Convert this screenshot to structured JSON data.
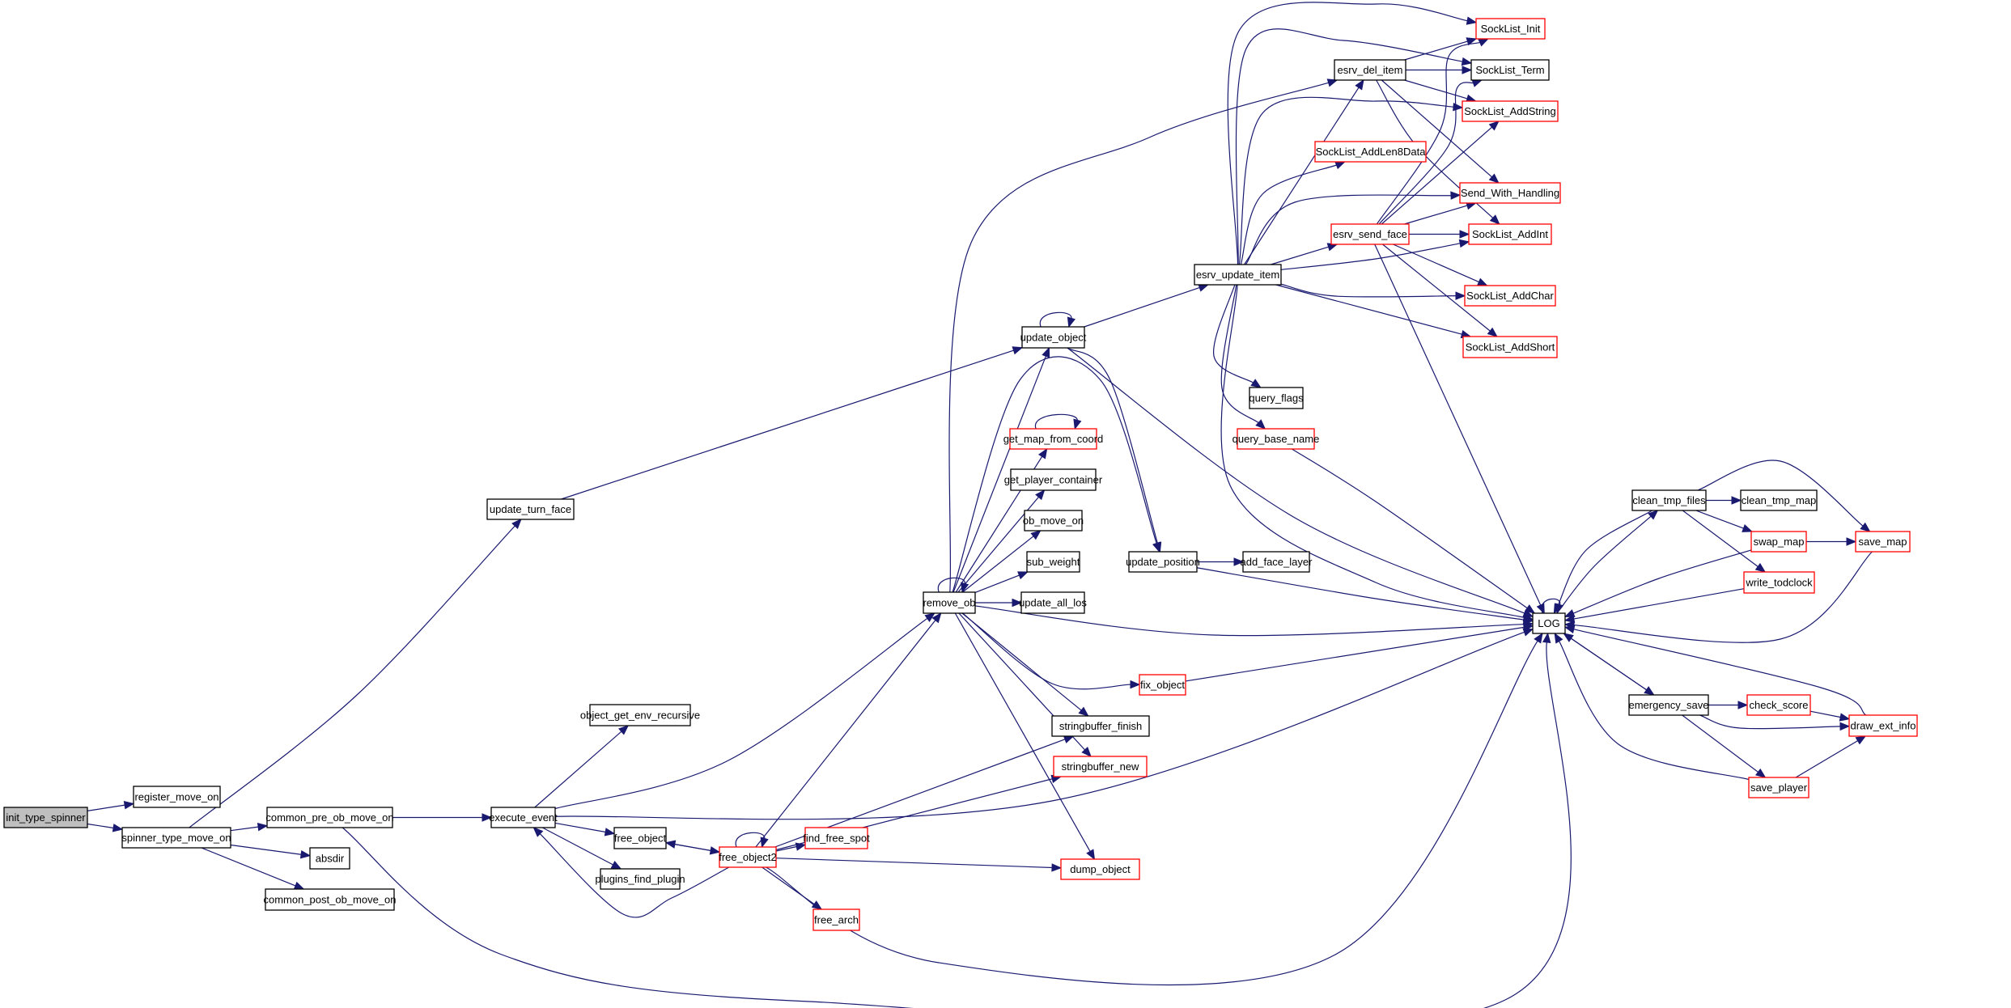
{
  "diagram": {
    "type": "call-graph",
    "colors": {
      "edge": "#191970",
      "root_fill": "#bfbfbf",
      "normal_border": "#000000",
      "truncated_border": "#ff0000",
      "node_fill": "#ffffff"
    },
    "nodes": [
      {
        "id": "init_type_spinner",
        "label": "init_type_spinner",
        "style": "root"
      },
      {
        "id": "register_move_on",
        "label": "register_move_on",
        "style": "normal"
      },
      {
        "id": "spinner_type_move_on",
        "label": "spinner_type_move_on",
        "style": "normal"
      },
      {
        "id": "common_pre_ob_move_on",
        "label": "common_pre_ob_move_on",
        "style": "normal"
      },
      {
        "id": "absdir",
        "label": "absdir",
        "style": "normal"
      },
      {
        "id": "common_post_ob_move_on",
        "label": "common_post_ob_move_on",
        "style": "normal"
      },
      {
        "id": "update_turn_face",
        "label": "update_turn_face",
        "style": "normal"
      },
      {
        "id": "execute_event",
        "label": "execute_event",
        "style": "normal"
      },
      {
        "id": "object_get_env_recursive",
        "label": "object_get_env_recursive",
        "style": "normal"
      },
      {
        "id": "free_object",
        "label": "free_object",
        "style": "normal"
      },
      {
        "id": "plugins_find_plugin",
        "label": "plugins_find_plugin",
        "style": "normal"
      },
      {
        "id": "free_object2",
        "label": "free_object2",
        "style": "truncated"
      },
      {
        "id": "find_free_spot",
        "label": "find_free_spot",
        "style": "truncated"
      },
      {
        "id": "free_arch",
        "label": "free_arch",
        "style": "truncated"
      },
      {
        "id": "remove_ob",
        "label": "remove_ob",
        "style": "normal"
      },
      {
        "id": "update_object",
        "label": "update_object",
        "style": "normal"
      },
      {
        "id": "get_map_from_coord",
        "label": "get_map_from_coord",
        "style": "truncated"
      },
      {
        "id": "get_player_container",
        "label": "get_player_container",
        "style": "normal"
      },
      {
        "id": "ob_move_on",
        "label": "ob_move_on",
        "style": "normal"
      },
      {
        "id": "sub_weight",
        "label": "sub_weight",
        "style": "normal"
      },
      {
        "id": "update_all_los",
        "label": "update_all_los",
        "style": "normal"
      },
      {
        "id": "fix_object",
        "label": "fix_object",
        "style": "truncated"
      },
      {
        "id": "stringbuffer_finish",
        "label": "stringbuffer_finish",
        "style": "normal"
      },
      {
        "id": "stringbuffer_new",
        "label": "stringbuffer_new",
        "style": "truncated"
      },
      {
        "id": "dump_object",
        "label": "dump_object",
        "style": "truncated"
      },
      {
        "id": "update_position",
        "label": "update_position",
        "style": "normal"
      },
      {
        "id": "add_face_layer",
        "label": "add_face_layer",
        "style": "normal"
      },
      {
        "id": "esrv_update_item",
        "label": "esrv_update_item",
        "style": "normal"
      },
      {
        "id": "esrv_del_item",
        "label": "esrv_del_item",
        "style": "normal"
      },
      {
        "id": "esrv_send_face",
        "label": "esrv_send_face",
        "style": "truncated"
      },
      {
        "id": "SockList_AddLen8Data",
        "label": "SockList_AddLen8Data",
        "style": "truncated"
      },
      {
        "id": "query_flags",
        "label": "query_flags",
        "style": "normal"
      },
      {
        "id": "query_base_name",
        "label": "query_base_name",
        "style": "truncated"
      },
      {
        "id": "SockList_Init",
        "label": "SockList_Init",
        "style": "truncated"
      },
      {
        "id": "SockList_Term",
        "label": "SockList_Term",
        "style": "normal"
      },
      {
        "id": "SockList_AddString",
        "label": "SockList_AddString",
        "style": "truncated"
      },
      {
        "id": "Send_With_Handling",
        "label": "Send_With_Handling",
        "style": "truncated"
      },
      {
        "id": "SockList_AddInt",
        "label": "SockList_AddInt",
        "style": "truncated"
      },
      {
        "id": "SockList_AddChar",
        "label": "SockList_AddChar",
        "style": "truncated"
      },
      {
        "id": "SockList_AddShort",
        "label": "SockList_AddShort",
        "style": "truncated"
      },
      {
        "id": "LOG",
        "label": "LOG",
        "style": "normal"
      },
      {
        "id": "clean_tmp_files",
        "label": "clean_tmp_files",
        "style": "normal"
      },
      {
        "id": "clean_tmp_map",
        "label": "clean_tmp_map",
        "style": "normal"
      },
      {
        "id": "swap_map",
        "label": "swap_map",
        "style": "truncated"
      },
      {
        "id": "save_map",
        "label": "save_map",
        "style": "truncated"
      },
      {
        "id": "write_todclock",
        "label": "write_todclock",
        "style": "truncated"
      },
      {
        "id": "emergency_save",
        "label": "emergency_save",
        "style": "normal"
      },
      {
        "id": "check_score",
        "label": "check_score",
        "style": "truncated"
      },
      {
        "id": "draw_ext_info",
        "label": "draw_ext_info",
        "style": "truncated"
      },
      {
        "id": "save_player",
        "label": "save_player",
        "style": "truncated"
      }
    ],
    "edges": [
      [
        "init_type_spinner",
        "register_move_on"
      ],
      [
        "init_type_spinner",
        "spinner_type_move_on"
      ],
      [
        "spinner_type_move_on",
        "update_turn_face"
      ],
      [
        "spinner_type_move_on",
        "common_pre_ob_move_on"
      ],
      [
        "spinner_type_move_on",
        "absdir"
      ],
      [
        "spinner_type_move_on",
        "common_post_ob_move_on"
      ],
      [
        "common_pre_ob_move_on",
        "execute_event"
      ],
      [
        "common_pre_ob_move_on",
        "LOG"
      ],
      [
        "update_turn_face",
        "update_object"
      ],
      [
        "execute_event",
        "object_get_env_recursive"
      ],
      [
        "execute_event",
        "remove_ob"
      ],
      [
        "execute_event",
        "free_object"
      ],
      [
        "execute_event",
        "plugins_find_plugin"
      ],
      [
        "execute_event",
        "LOG"
      ],
      [
        "free_object",
        "free_object2"
      ],
      [
        "free_object2",
        "free_object2"
      ],
      [
        "free_object2",
        "free_object"
      ],
      [
        "free_object2",
        "execute_event"
      ],
      [
        "free_object2",
        "remove_ob"
      ],
      [
        "free_object2",
        "find_free_spot"
      ],
      [
        "free_object2",
        "free_arch"
      ],
      [
        "free_object2",
        "dump_object"
      ],
      [
        "free_object2",
        "stringbuffer_finish"
      ],
      [
        "free_object2",
        "stringbuffer_new"
      ],
      [
        "free_object2",
        "LOG"
      ],
      [
        "remove_ob",
        "remove_ob"
      ],
      [
        "remove_ob",
        "update_object"
      ],
      [
        "remove_ob",
        "esrv_del_item"
      ],
      [
        "remove_ob",
        "get_map_from_coord"
      ],
      [
        "remove_ob",
        "get_player_container"
      ],
      [
        "remove_ob",
        "ob_move_on"
      ],
      [
        "remove_ob",
        "sub_weight"
      ],
      [
        "remove_ob",
        "update_all_los"
      ],
      [
        "remove_ob",
        "update_position"
      ],
      [
        "remove_ob",
        "fix_object"
      ],
      [
        "remove_ob",
        "stringbuffer_finish"
      ],
      [
        "remove_ob",
        "stringbuffer_new"
      ],
      [
        "remove_ob",
        "dump_object"
      ],
      [
        "remove_ob",
        "LOG"
      ],
      [
        "update_object",
        "update_object"
      ],
      [
        "update_object",
        "esrv_update_item"
      ],
      [
        "update_object",
        "update_position"
      ],
      [
        "update_object",
        "LOG"
      ],
      [
        "get_map_from_coord",
        "get_map_from_coord"
      ],
      [
        "update_position",
        "add_face_layer"
      ],
      [
        "update_position",
        "LOG"
      ],
      [
        "fix_object",
        "LOG"
      ],
      [
        "esrv_update_item",
        "esrv_del_item"
      ],
      [
        "esrv_update_item",
        "SockList_Init"
      ],
      [
        "esrv_update_item",
        "SockList_Term"
      ],
      [
        "esrv_update_item",
        "SockList_AddString"
      ],
      [
        "esrv_update_item",
        "SockList_AddLen8Data"
      ],
      [
        "esrv_update_item",
        "Send_With_Handling"
      ],
      [
        "esrv_update_item",
        "esrv_send_face"
      ],
      [
        "esrv_update_item",
        "SockList_AddInt"
      ],
      [
        "esrv_update_item",
        "SockList_AddChar"
      ],
      [
        "esrv_update_item",
        "SockList_AddShort"
      ],
      [
        "esrv_update_item",
        "query_flags"
      ],
      [
        "esrv_update_item",
        "query_base_name"
      ],
      [
        "esrv_update_item",
        "LOG"
      ],
      [
        "esrv_del_item",
        "SockList_Init"
      ],
      [
        "esrv_del_item",
        "SockList_Term"
      ],
      [
        "esrv_del_item",
        "SockList_AddString"
      ],
      [
        "esrv_del_item",
        "Send_With_Handling"
      ],
      [
        "esrv_del_item",
        "SockList_AddInt"
      ],
      [
        "esrv_send_face",
        "SockList_Init"
      ],
      [
        "esrv_send_face",
        "SockList_Term"
      ],
      [
        "esrv_send_face",
        "SockList_AddString"
      ],
      [
        "esrv_send_face",
        "Send_With_Handling"
      ],
      [
        "esrv_send_face",
        "SockList_AddInt"
      ],
      [
        "esrv_send_face",
        "SockList_AddChar"
      ],
      [
        "esrv_send_face",
        "SockList_AddShort"
      ],
      [
        "esrv_send_face",
        "LOG"
      ],
      [
        "query_base_name",
        "LOG"
      ],
      [
        "LOG",
        "LOG"
      ],
      [
        "LOG",
        "clean_tmp_files"
      ],
      [
        "LOG",
        "emergency_save"
      ],
      [
        "clean_tmp_files",
        "LOG"
      ],
      [
        "clean_tmp_files",
        "clean_tmp_map"
      ],
      [
        "clean_tmp_files",
        "swap_map"
      ],
      [
        "clean_tmp_files",
        "save_map"
      ],
      [
        "clean_tmp_files",
        "write_todclock"
      ],
      [
        "swap_map",
        "save_map"
      ],
      [
        "swap_map",
        "LOG"
      ],
      [
        "save_map",
        "LOG"
      ],
      [
        "write_todclock",
        "LOG"
      ],
      [
        "emergency_save",
        "LOG"
      ],
      [
        "emergency_save",
        "check_score"
      ],
      [
        "emergency_save",
        "draw_ext_info"
      ],
      [
        "emergency_save",
        "save_player"
      ],
      [
        "check_score",
        "draw_ext_info"
      ],
      [
        "draw_ext_info",
        "LOG"
      ],
      [
        "save_player",
        "draw_ext_info"
      ],
      [
        "save_player",
        "LOG"
      ]
    ]
  }
}
